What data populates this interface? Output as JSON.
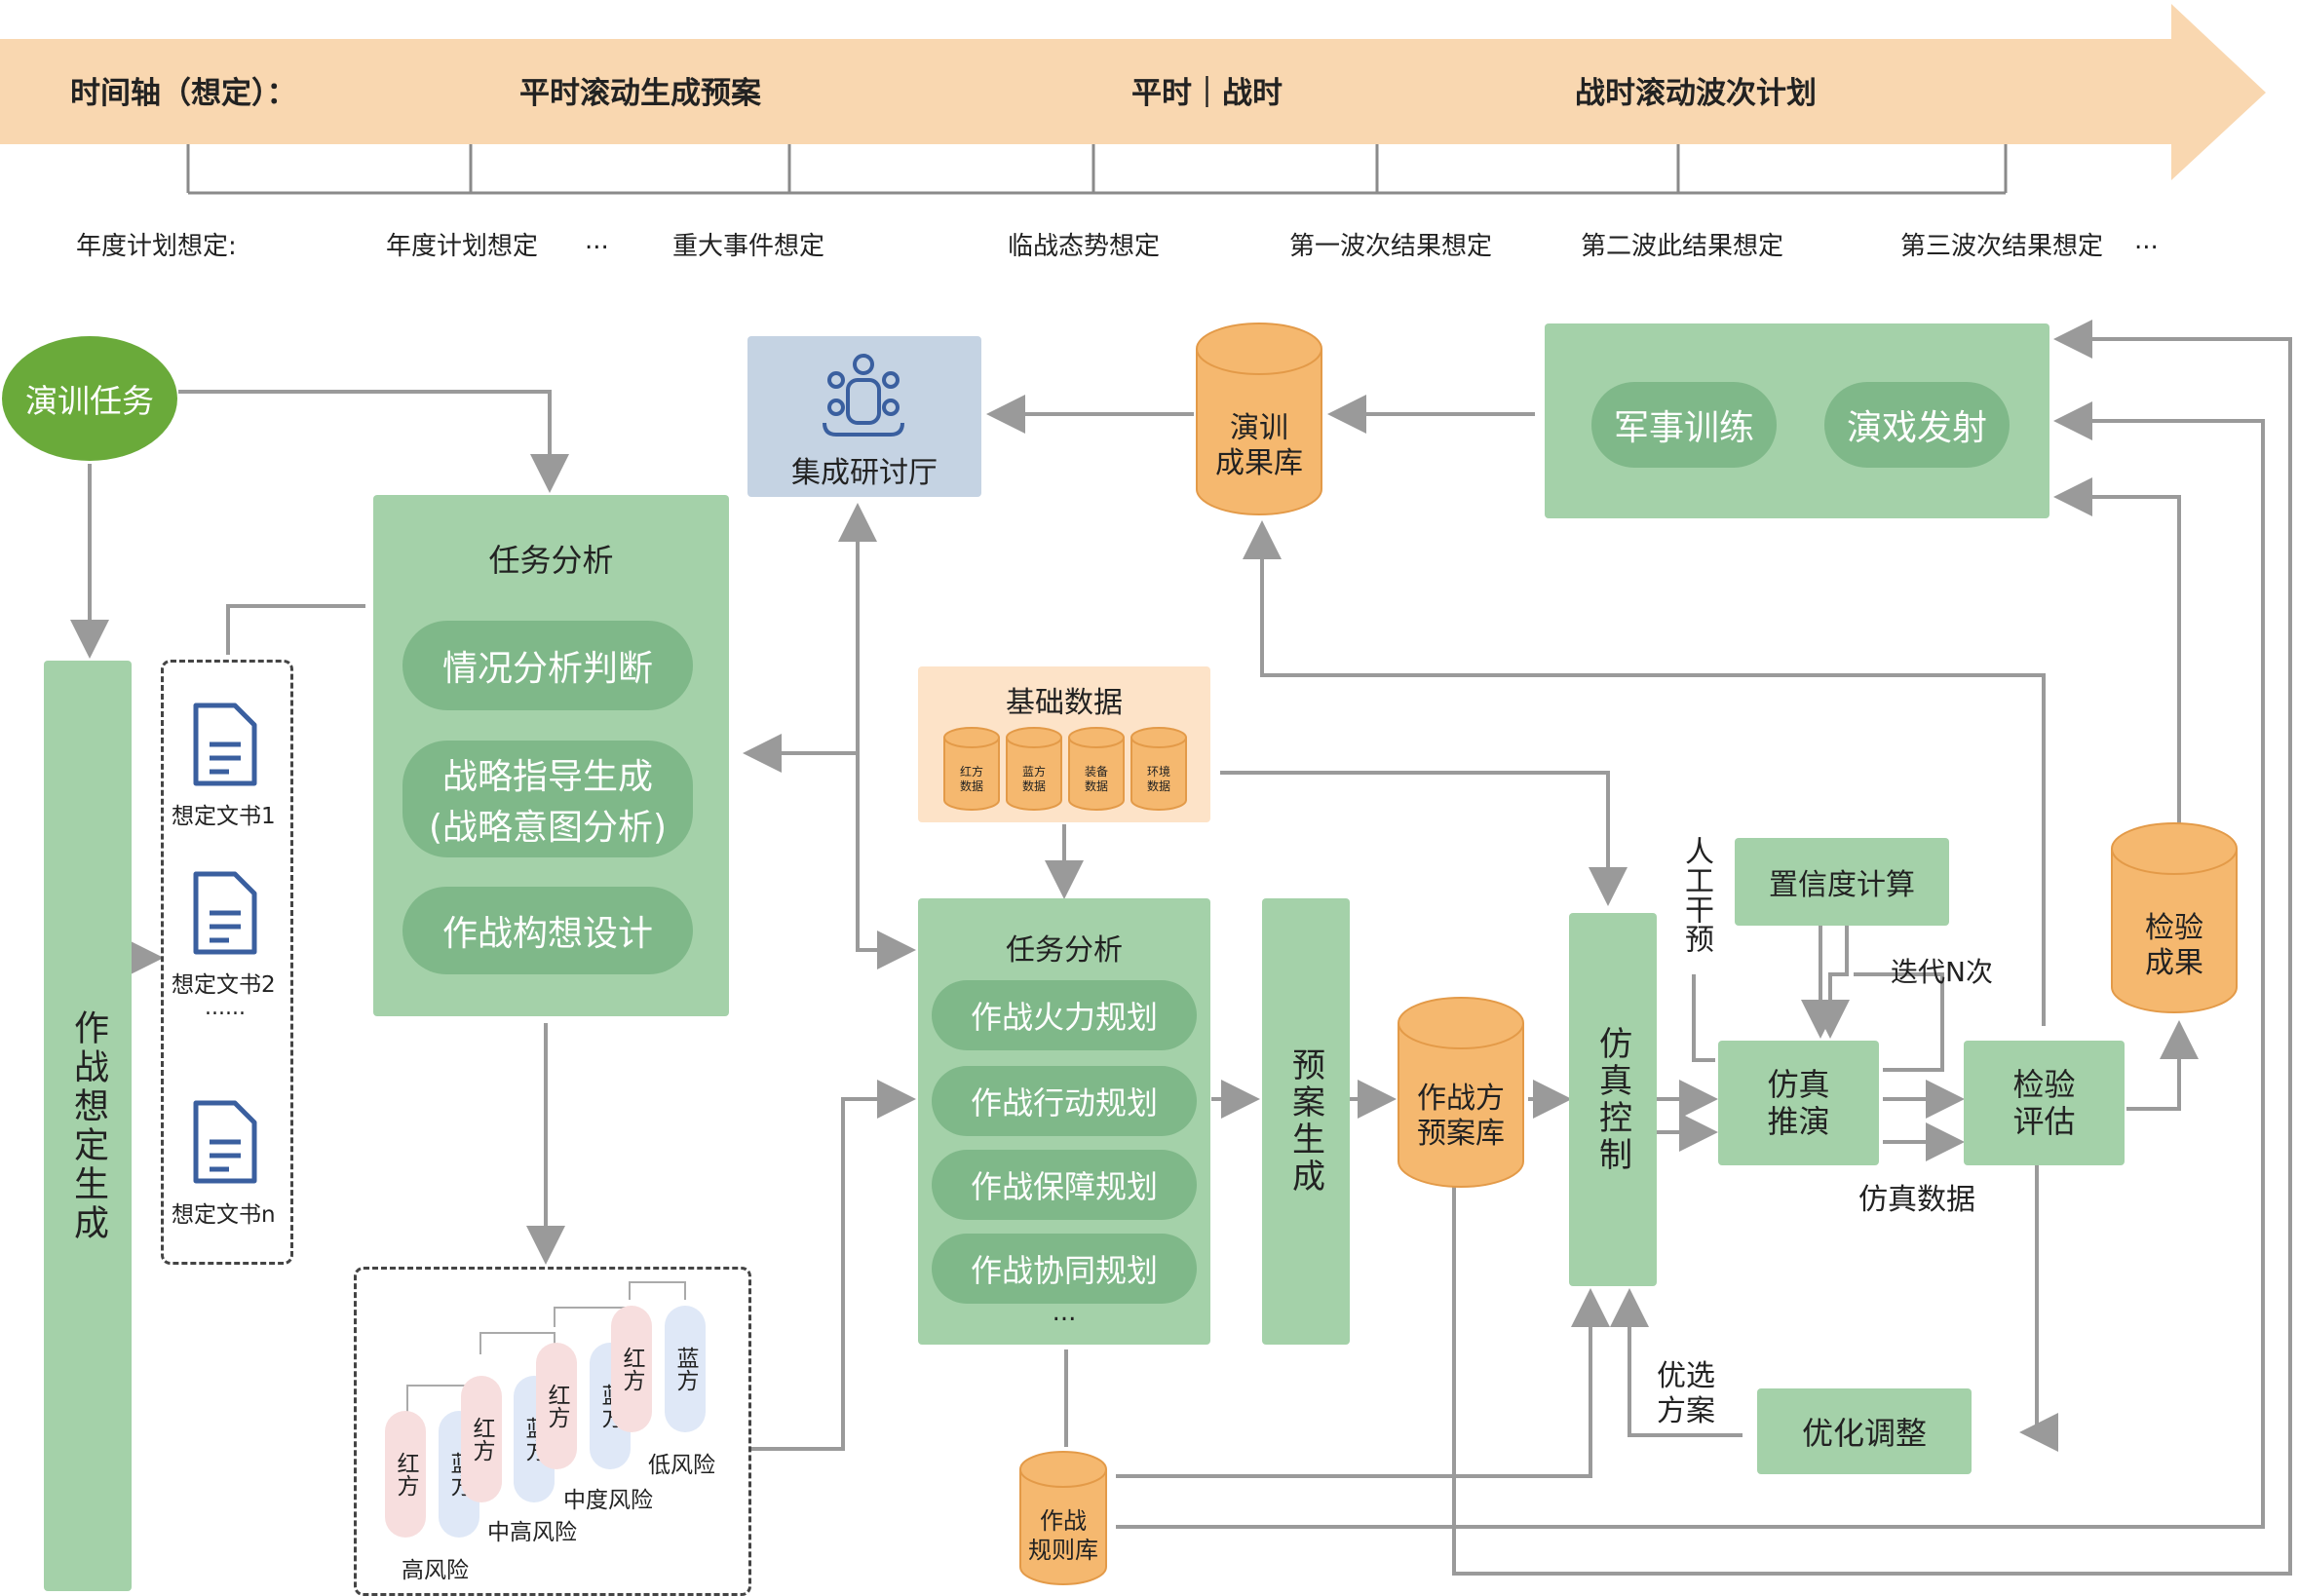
{
  "timeline": {
    "title": "时间轴（想定）：",
    "peace_label": "平时滚动生成预案",
    "switch_label": "平时｜战时",
    "war_label": "战时滚动波次计划",
    "ticks": [
      "年度计划想定:",
      "年度计划想定",
      "...",
      "重大事件想定",
      "临战态势想定",
      "第一波次结果想定",
      "第二波此结果想定",
      "第三波次结果想定",
      "..."
    ]
  },
  "nodes": {
    "exercise_task": "演训任务",
    "scenario_gen": "作战想定生成",
    "docs": [
      "想定文书1",
      "想定文书2",
      "......",
      "想定文书n"
    ],
    "task_analysis_1": {
      "title": "任务分析",
      "items": [
        "情况分析判断",
        "战略指导生成",
        "(战略意图分析)",
        "作战构想设计"
      ]
    },
    "seminar_hall": "集成研讨厅",
    "exercise_db": [
      "演训",
      "成果库"
    ],
    "training_box": [
      "军事训练",
      "演戏发射"
    ],
    "base_data": {
      "title": "基础数据",
      "items": [
        [
          "红方",
          "数据"
        ],
        [
          "蓝方",
          "数据"
        ],
        [
          "装备",
          "数据"
        ],
        [
          "环境",
          "数据"
        ]
      ]
    },
    "task_analysis_2": {
      "title": "任务分析",
      "items": [
        "作战火力规划",
        "作战行动规划",
        "作战保障规划",
        "作战协同规划"
      ],
      "more": "..."
    },
    "plan_gen": "预案生成",
    "plan_db": [
      "作战方",
      "预案库"
    ],
    "sim_control": "仿真控制",
    "manual": "人工干预",
    "confidence": "置信度计算",
    "iterate": "迭代N次",
    "sim_deduce": [
      "仿真",
      "推演"
    ],
    "sim_data": "仿真数据",
    "evaluate": [
      "检验",
      "评估"
    ],
    "eval_result": [
      "检验",
      "成果"
    ],
    "optimize": "优化调整",
    "best_plan": [
      "优选",
      "方案"
    ],
    "rule_db": [
      "作战",
      "规则库"
    ],
    "risk": {
      "tags": [
        "红方",
        "蓝方",
        "红方",
        "蓝方",
        "红方",
        "蓝方",
        "红方",
        "蓝方"
      ],
      "levels": [
        "高风险",
        "中高风险",
        "中度风险",
        "低风险"
      ]
    }
  },
  "colors": {
    "timeline": "#f9d7b0",
    "green_box": "#a4d1a9",
    "green_pill": "#7fb889",
    "green_ellipse": "#6aaa3a",
    "orange_cylinder": "#f5b86f",
    "seminar": "#c5d3e3",
    "base_data": "#fde3c8",
    "arrow": "#9a9a9a"
  }
}
